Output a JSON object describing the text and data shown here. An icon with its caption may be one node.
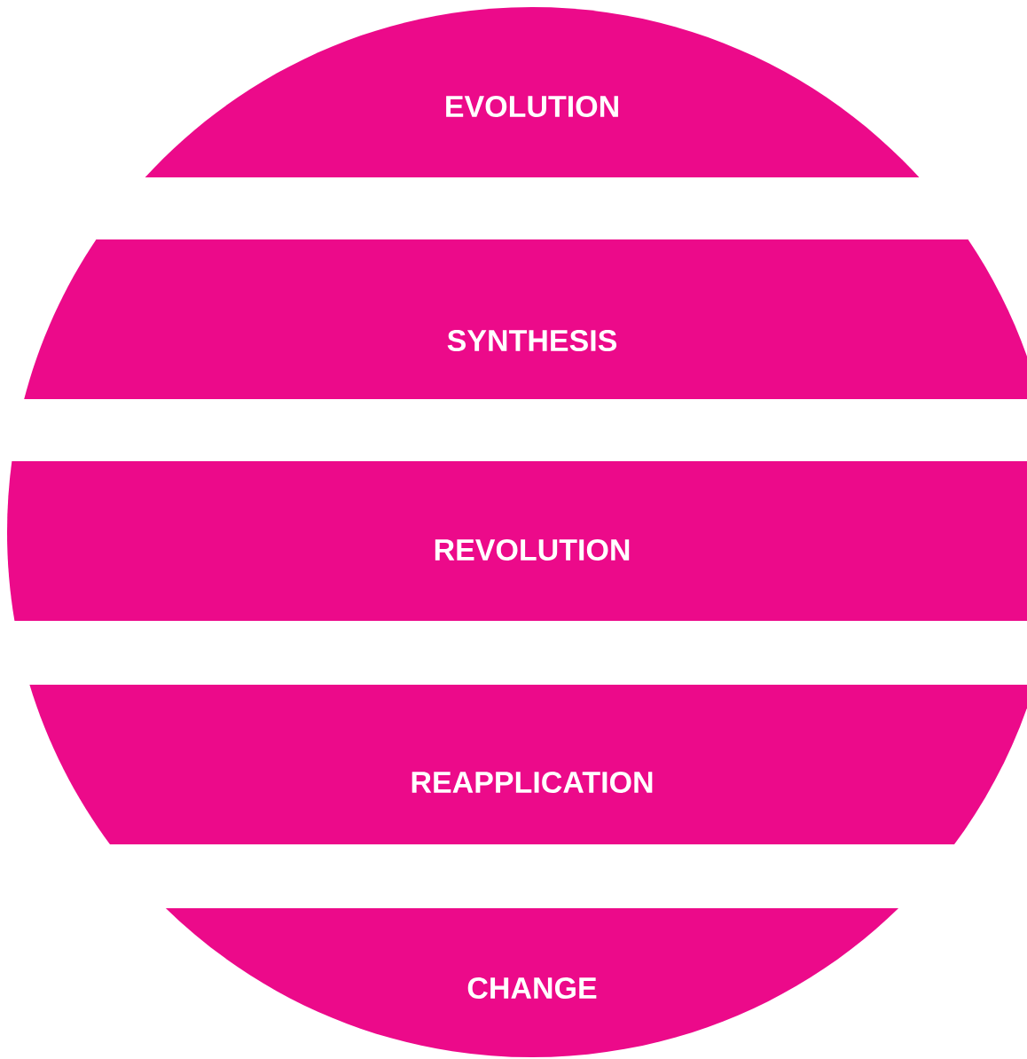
{
  "diagram": {
    "nodes": [
      {
        "text": [
          "EVOLUTION"
        ]
      },
      {
        "text": [
          "SYNTHESIS"
        ]
      },
      {
        "text": [
          "REVOLUTION"
        ]
      },
      {
        "text": [
          "REAPPLICATION"
        ]
      },
      {
        "text": [
          "CHANGE"
        ]
      }
    ]
  }
}
